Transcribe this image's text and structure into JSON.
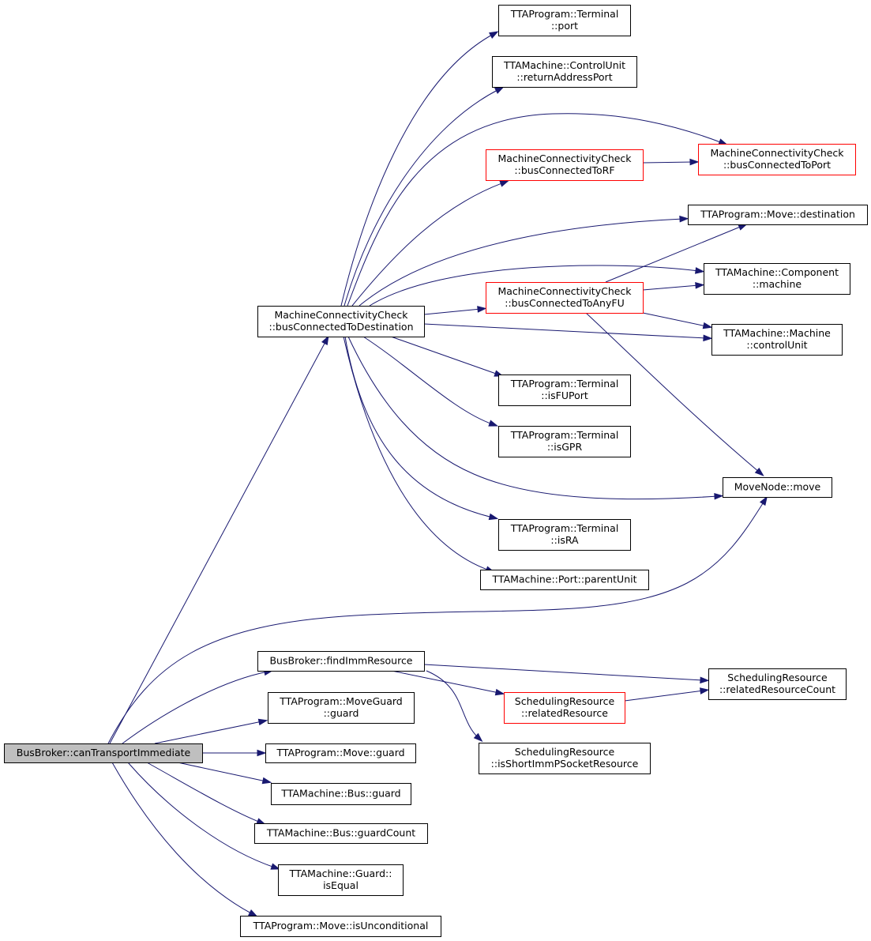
{
  "diagram": {
    "colors": {
      "edge": "#191970",
      "node_border": "#000000",
      "node_border_partial": "#ff0000",
      "root_fill": "#bfbfbf",
      "node_fill": "#ffffff"
    },
    "nodes": [
      {
        "id": "root",
        "lines": [
          "BusBroker::canTransportImmediate"
        ],
        "style": "root"
      },
      {
        "id": "mcc_dest",
        "lines": [
          "MachineConnectivityCheck",
          "::busConnectedToDestination"
        ],
        "style": "normal"
      },
      {
        "id": "term_port",
        "lines": [
          "TTAProgram::Terminal",
          "::port"
        ],
        "style": "normal"
      },
      {
        "id": "cu_rap",
        "lines": [
          "TTAMachine::ControlUnit",
          "::returnAddressPort"
        ],
        "style": "normal"
      },
      {
        "id": "mcc_rf",
        "lines": [
          "MachineConnectivityCheck",
          "::busConnectedToRF"
        ],
        "style": "partial"
      },
      {
        "id": "mcc_port",
        "lines": [
          "MachineConnectivityCheck",
          "::busConnectedToPort"
        ],
        "style": "partial"
      },
      {
        "id": "move_dest",
        "lines": [
          "TTAProgram::Move::destination"
        ],
        "style": "normal"
      },
      {
        "id": "comp_machine",
        "lines": [
          "TTAMachine::Component",
          "::machine"
        ],
        "style": "normal"
      },
      {
        "id": "mcc_anyfu",
        "lines": [
          "MachineConnectivityCheck",
          "::busConnectedToAnyFU"
        ],
        "style": "partial"
      },
      {
        "id": "machine_cu",
        "lines": [
          "TTAMachine::Machine",
          "::controlUnit"
        ],
        "style": "normal"
      },
      {
        "id": "term_isfu",
        "lines": [
          "TTAProgram::Terminal",
          "::isFUPort"
        ],
        "style": "normal"
      },
      {
        "id": "term_isgpr",
        "lines": [
          "TTAProgram::Terminal",
          "::isGPR"
        ],
        "style": "normal"
      },
      {
        "id": "movenode_move",
        "lines": [
          "MoveNode::move"
        ],
        "style": "normal"
      },
      {
        "id": "term_isra",
        "lines": [
          "TTAProgram::Terminal",
          "::isRA"
        ],
        "style": "normal"
      },
      {
        "id": "port_parent",
        "lines": [
          "TTAMachine::Port::parentUnit"
        ],
        "style": "normal"
      },
      {
        "id": "find_imm",
        "lines": [
          "BusBroker::findImmResource"
        ],
        "style": "normal"
      },
      {
        "id": "sr_count",
        "lines": [
          "SchedulingResource",
          "::relatedResourceCount"
        ],
        "style": "normal"
      },
      {
        "id": "sr_related",
        "lines": [
          "SchedulingResource",
          "::relatedResource"
        ],
        "style": "partial"
      },
      {
        "id": "mg_guard",
        "lines": [
          "TTAProgram::MoveGuard",
          "::guard"
        ],
        "style": "normal"
      },
      {
        "id": "sr_short",
        "lines": [
          "SchedulingResource",
          "::isShortImmPSocketResource"
        ],
        "style": "normal"
      },
      {
        "id": "move_guard",
        "lines": [
          "TTAProgram::Move::guard"
        ],
        "style": "normal"
      },
      {
        "id": "bus_guard",
        "lines": [
          "TTAMachine::Bus::guard"
        ],
        "style": "normal"
      },
      {
        "id": "bus_gcount",
        "lines": [
          "TTAMachine::Bus::guardCount"
        ],
        "style": "normal"
      },
      {
        "id": "guard_eq",
        "lines": [
          "TTAMachine::Guard::",
          "isEqual"
        ],
        "style": "normal"
      },
      {
        "id": "move_uncond",
        "lines": [
          "TTAProgram::Move::isUnconditional"
        ],
        "style": "normal"
      }
    ],
    "edges": [
      {
        "from": "root",
        "to": "mcc_dest"
      },
      {
        "from": "root",
        "to": "movenode_move"
      },
      {
        "from": "root",
        "to": "find_imm"
      },
      {
        "from": "root",
        "to": "mg_guard"
      },
      {
        "from": "root",
        "to": "move_guard"
      },
      {
        "from": "root",
        "to": "bus_guard"
      },
      {
        "from": "root",
        "to": "bus_gcount"
      },
      {
        "from": "root",
        "to": "guard_eq"
      },
      {
        "from": "root",
        "to": "move_uncond"
      },
      {
        "from": "mcc_dest",
        "to": "term_port"
      },
      {
        "from": "mcc_dest",
        "to": "cu_rap"
      },
      {
        "from": "mcc_dest",
        "to": "mcc_port"
      },
      {
        "from": "mcc_dest",
        "to": "mcc_rf"
      },
      {
        "from": "mcc_dest",
        "to": "move_dest"
      },
      {
        "from": "mcc_dest",
        "to": "comp_machine"
      },
      {
        "from": "mcc_dest",
        "to": "mcc_anyfu"
      },
      {
        "from": "mcc_dest",
        "to": "machine_cu"
      },
      {
        "from": "mcc_dest",
        "to": "term_isfu"
      },
      {
        "from": "mcc_dest",
        "to": "term_isgpr"
      },
      {
        "from": "mcc_dest",
        "to": "movenode_move"
      },
      {
        "from": "mcc_dest",
        "to": "term_isra"
      },
      {
        "from": "mcc_dest",
        "to": "port_parent"
      },
      {
        "from": "mcc_rf",
        "to": "mcc_port"
      },
      {
        "from": "mcc_anyfu",
        "to": "move_dest"
      },
      {
        "from": "mcc_anyfu",
        "to": "comp_machine"
      },
      {
        "from": "mcc_anyfu",
        "to": "machine_cu"
      },
      {
        "from": "mcc_anyfu",
        "to": "movenode_move"
      },
      {
        "from": "find_imm",
        "to": "sr_count"
      },
      {
        "from": "find_imm",
        "to": "sr_related"
      },
      {
        "from": "find_imm",
        "to": "sr_short"
      },
      {
        "from": "sr_related",
        "to": "sr_count"
      }
    ]
  }
}
